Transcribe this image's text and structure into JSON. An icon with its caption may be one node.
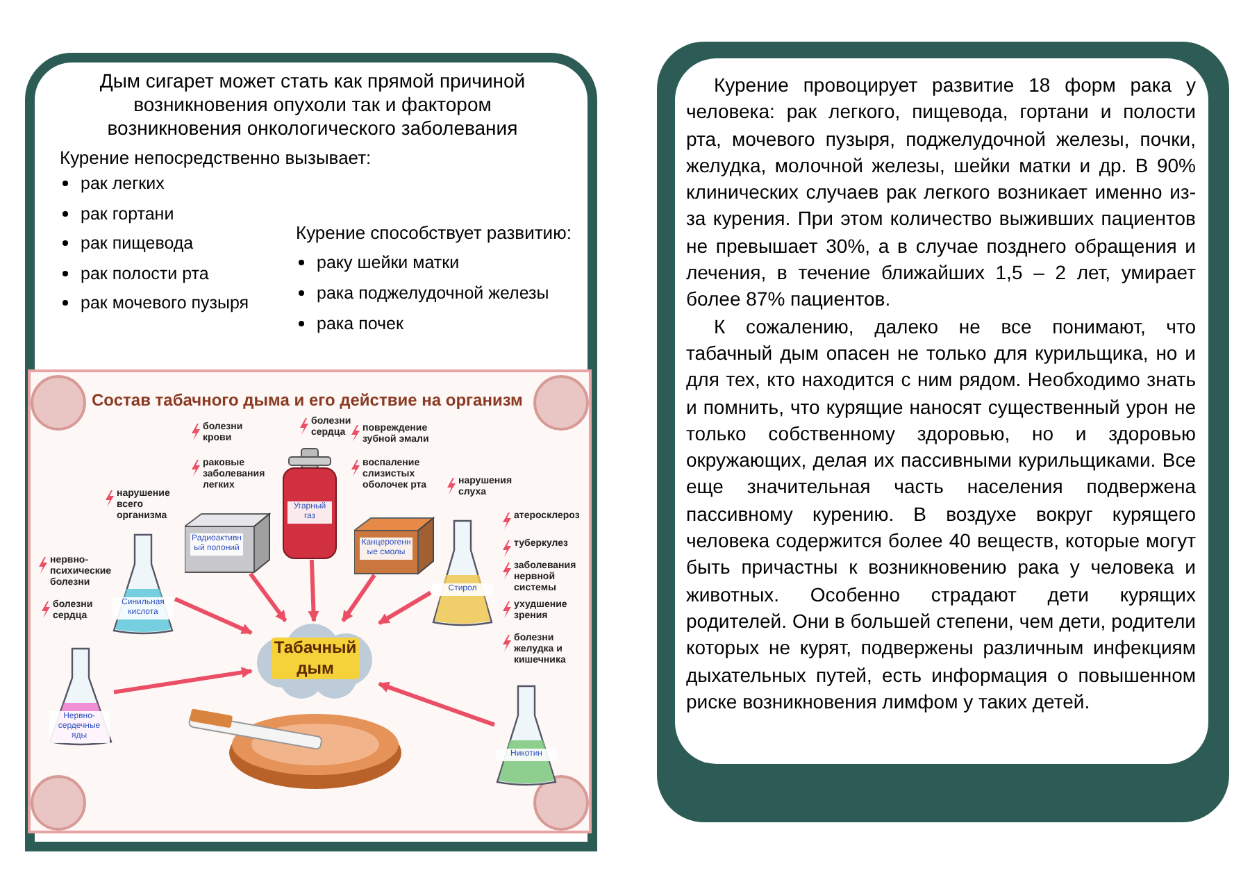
{
  "diagram": {
    "nodes": [
      {
        "text": [
          "Радиоактивный полоний"
        ]
      },
      {
        "text": [
          "Угарный газ"
        ]
      },
      {
        "text": [
          "Канцерогенные смолы"
        ]
      },
      {
        "text": [
          "Синильная кислота"
        ]
      },
      {
        "text": [
          "Стирол"
        ]
      },
      {
        "text": [
          "Табачный дым"
        ]
      },
      {
        "text": [
          "Нервно-сердечные яды"
        ]
      },
      {
        "text": [
          "Никотин"
        ]
      }
    ],
    "edges": [
      {
        "from": 0,
        "to": 5,
        "arrow": "to"
      },
      {
        "from": 1,
        "to": 5,
        "arrow": "to"
      },
      {
        "from": 2,
        "to": 5,
        "arrow": "to"
      },
      {
        "from": 3,
        "to": 5,
        "arrow": "to"
      },
      {
        "from": 4,
        "to": 5,
        "arrow": "to"
      },
      {
        "from": 6,
        "to": 5,
        "arrow": "to"
      },
      {
        "from": 7,
        "to": 5,
        "arrow": "to"
      }
    ],
    "labels": [
      "Дым сигарет может стать как прямой причиной возникновения опухоли так и фактором возникновения онкологического заболевания",
      "Курение непосредственно вызывает:",
      "рак легких",
      "рак гортани",
      "рак пищевода",
      "рак полости рта",
      "рак мочевого пузыря",
      "Курение способствует развитию:",
      "раку шейки матки",
      "рака поджелудочной железы",
      "рака почек",
      "Состав табачного дыма и его действие на организм",
      "болезни крови",
      "раковые заболевания легких",
      "болезни сердца",
      "повреждение зубной эмали",
      "воспаление слизистых оболочек рта",
      "нарушение всего организма",
      "нарушения слуха",
      "атеросклероз",
      "нервно-психические болезни",
      "туберкулез",
      "заболевания нервной системы",
      "болезни сердца",
      "ухудшение зрения",
      "болезни желудка и кишечника",
      "Курение провоцирует развитие 18 форм рака у человека: рак легкого, пищевода, гортани и полости рта, мочевого пузыря, поджелудочной железы, почки, желудка, молочной железы, шейки матки и др. В 90% клинических случаев рак легкого возникает именно из-за курения. При этом количество выживших пациентов не превышает 30%, а в случае позднего обращения и лечения, в течение ближайших 1,5 – 2 лет, умирает более 87% пациентов.",
      "К сожалению, далеко не все понимают, что табачный дым опасен не только для курильщика, но и для тех, кто находится с ним рядом. Необходимо знать и помнить, что курящие наносят существенный урон не только собственному здоровью, но и здоровью окружающих, делая их пассивными курильщиками. Все еще значительная часть населения подвержена пассивному курению. В воздухе вокруг курящего человека содержится более 40 веществ, которые могут быть причастны к возникновению рака у человека и животных. Особенно страдают дети курящих родителей. Они в большей степени, чем дети, родители которых не курят, подвержены различным инфекциям дыхательных путей, есть информация о повышенном риске возникновения лимфом у таких детей."
    ]
  }
}
